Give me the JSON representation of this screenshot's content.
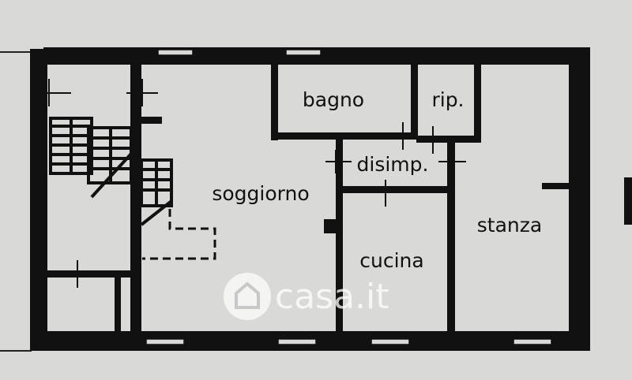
{
  "floorplan": {
    "rooms": [
      {
        "id": "bagno",
        "label": "bagno"
      },
      {
        "id": "rip",
        "label": "rip."
      },
      {
        "id": "disimp",
        "label": "disimp."
      },
      {
        "id": "soggiorno",
        "label": "soggiorno"
      },
      {
        "id": "stanza",
        "label": "stanza"
      },
      {
        "id": "cucina",
        "label": "cucina"
      }
    ]
  },
  "watermark": {
    "text": "casa.it",
    "icon": "house-icon"
  },
  "colors": {
    "background": "#d9d9d7",
    "wall": "#111111"
  }
}
